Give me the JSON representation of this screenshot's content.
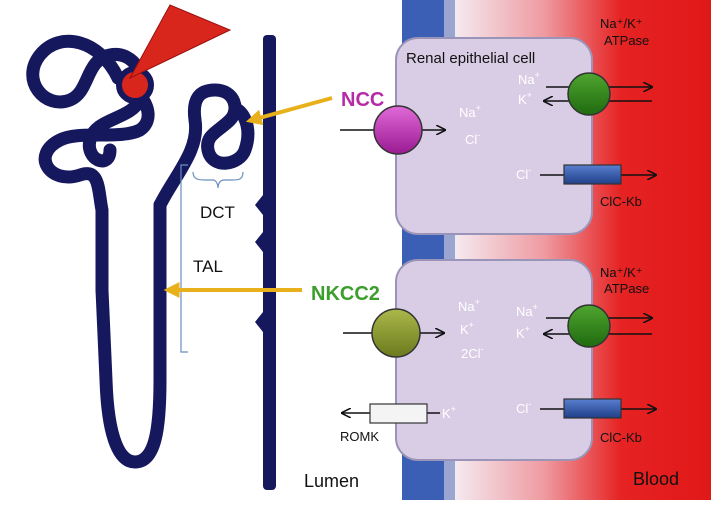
{
  "labels": {
    "cell_title": "Renal epithelial cell",
    "ncc": "NCC",
    "nkcc2": "NKCC2",
    "dct": "DCT",
    "tal": "TAL",
    "lumen": "Lumen",
    "blood": "Blood",
    "romk": "ROMK",
    "clc_kb": "ClC-Kb",
    "atpase": "ATPase"
  },
  "ions": {
    "na": "Na",
    "k": "K",
    "cl": "Cl",
    "two_cl": "2Cl",
    "plus": "+",
    "minus": "-",
    "na_k": "Na⁺/K⁺"
  },
  "colors": {
    "nephron": "#16185e",
    "blood_red": "#e62222",
    "membrane_blue": "#3a5fb5",
    "cell_fill": "#d9cde6",
    "ncc_magenta": "#c02ab8",
    "nkcc2_olive": "#8a9a30",
    "atpase_green": "#2f8a1a",
    "channel_blue": "#2f56a8",
    "arrow_gold": "#e8b11c",
    "ncc_label": "#b52aa6",
    "nkcc2_label": "#3c9e2c",
    "glomerulus_red": "#d9261c"
  }
}
